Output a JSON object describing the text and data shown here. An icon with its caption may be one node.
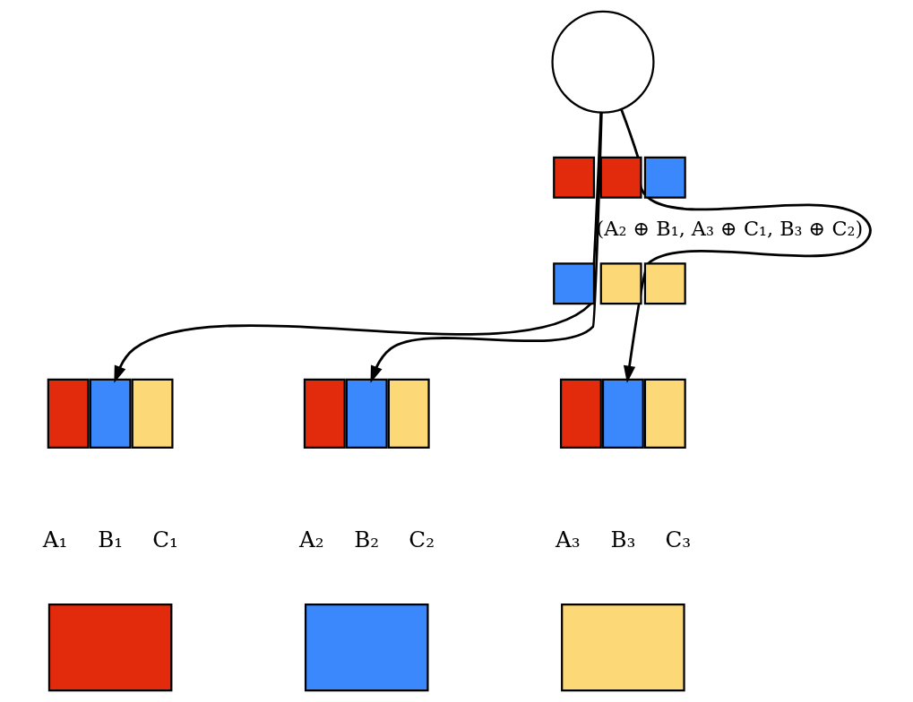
{
  "diagram": {
    "nodes": [
      {
        "text": [],
        "shape": "circle"
      },
      {
        "text": [],
        "shape": "box"
      },
      {
        "text": [],
        "shape": "box"
      },
      {
        "text": [],
        "shape": "box"
      },
      {
        "text": [],
        "shape": "box"
      },
      {
        "text": [],
        "shape": "box"
      },
      {
        "text": [],
        "shape": "box"
      },
      {
        "text": [],
        "shape": "bar",
        "beside": [
          "A₁"
        ]
      },
      {
        "text": [],
        "shape": "bar",
        "beside": [
          "B₁"
        ]
      },
      {
        "text": [],
        "shape": "bar",
        "beside": [
          "C₁"
        ]
      },
      {
        "text": [],
        "shape": "bar",
        "beside": [
          "A₂"
        ]
      },
      {
        "text": [],
        "shape": "bar",
        "beside": [
          "B₂"
        ]
      },
      {
        "text": [],
        "shape": "bar",
        "beside": [
          "C₂"
        ]
      },
      {
        "text": [],
        "shape": "bar",
        "beside": [
          "A₃"
        ]
      },
      {
        "text": [],
        "shape": "bar",
        "beside": [
          "B₃"
        ]
      },
      {
        "text": [],
        "shape": "bar",
        "beside": [
          "C₃"
        ]
      },
      {
        "text": [],
        "shape": "box"
      },
      {
        "text": [],
        "shape": "box"
      },
      {
        "text": [],
        "shape": "box"
      }
    ],
    "edges": [
      {
        "from": 0,
        "to": 8,
        "arrow": "to"
      },
      {
        "from": 0,
        "to": 11,
        "arrow": "to",
        "label": "(A₂ ⊕ B₁, A₃ ⊕ C₁, B₃ ⊕ C₂)"
      },
      {
        "from": 0,
        "to": 14,
        "arrow": "to"
      }
    ]
  }
}
